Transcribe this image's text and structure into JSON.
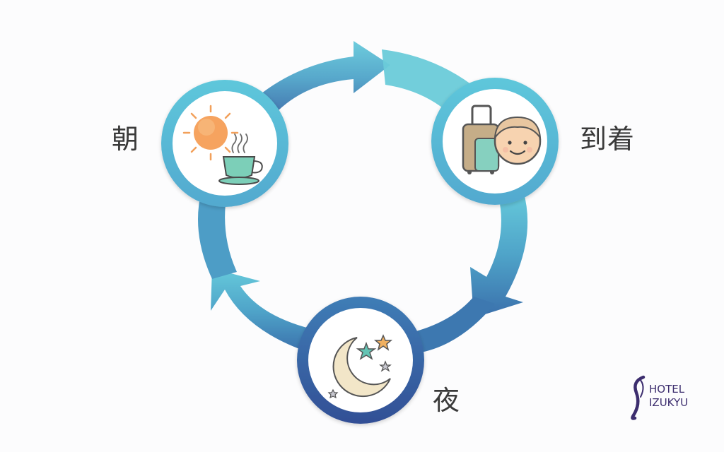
{
  "cycle": {
    "morning_label": "朝",
    "arrival_label": "到着",
    "night_label": "夜"
  },
  "logo": {
    "line1": "HOTEL",
    "line2": "IZUKYU"
  },
  "colors": {
    "arrow_top": "#62c6da",
    "arrow_mid": "#4ea3c9",
    "arrow_bottom": "#3b74ae",
    "circle_border_top": "#56bfd8",
    "circle_border_bottom": "#3c6eaa",
    "sun": "#f6a35f",
    "cup": "#7ccfb8",
    "suitcase": "#b9a07e",
    "face": "#f7d3b0",
    "moon": "#f2e6c8",
    "star_teal": "#63c4b4",
    "star_orange": "#f0b060",
    "logo": "#3c2d6e"
  },
  "icons": {
    "morning": [
      "sun-icon",
      "coffee-cup-icon"
    ],
    "arrival": [
      "suitcase-icon",
      "guest-face-icon"
    ],
    "night": [
      "moon-icon",
      "star-icon"
    ],
    "logo": "hotel-izukyu-logo"
  }
}
